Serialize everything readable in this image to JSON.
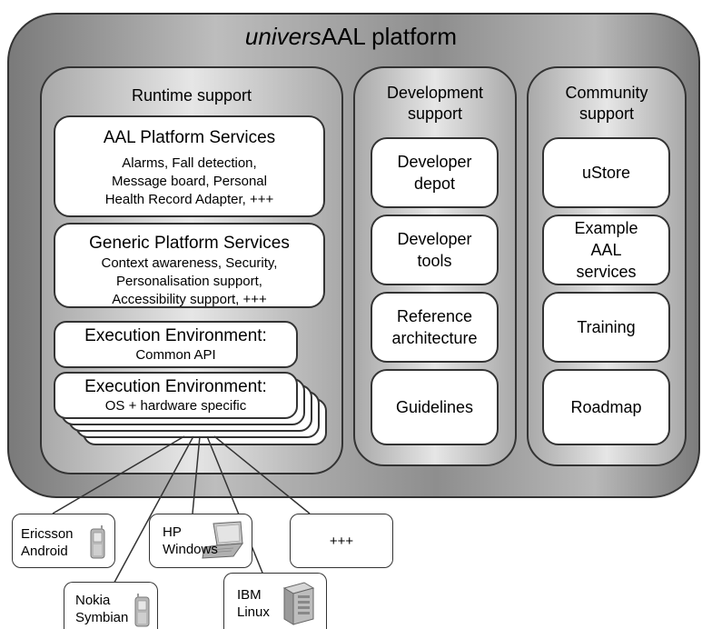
{
  "platform": {
    "title_italic": "univers",
    "title_rest": "AAL platform"
  },
  "runtime": {
    "heading": "Runtime support",
    "aal_services": {
      "title": "AAL Platform Services",
      "lines": [
        "Alarms, Fall detection,",
        "Message board, Personal",
        "Health Record Adapter, +++"
      ]
    },
    "generic_services": {
      "title": "Generic Platform Services",
      "lines": [
        "Context awareness, Security,",
        "Personalisation support,",
        "Accessibility support, +++"
      ]
    },
    "exec_common": {
      "title": "Execution Environment:",
      "subtitle": "Common API"
    },
    "exec_os": {
      "title": "Execution Environment:",
      "subtitle": "OS + hardware specific"
    }
  },
  "development": {
    "heading": [
      "Development",
      "support"
    ],
    "items": [
      [
        "Developer",
        "depot"
      ],
      [
        "Developer",
        "tools"
      ],
      [
        "Reference",
        "architecture"
      ],
      [
        "Guidelines"
      ]
    ]
  },
  "community": {
    "heading": [
      "Community",
      "support"
    ],
    "items": [
      [
        "uStore"
      ],
      [
        "Example",
        "AAL",
        "services"
      ],
      [
        "Training"
      ],
      [
        "Roadmap"
      ]
    ]
  },
  "devices": [
    {
      "lines": [
        "Ericsson",
        "Android"
      ],
      "icon": "mobile-phone-icon"
    },
    {
      "lines": [
        "HP",
        "Windows"
      ],
      "icon": "laptop-icon"
    },
    {
      "lines": [
        "+++"
      ],
      "icon": ""
    },
    {
      "lines": [
        "Nokia",
        "Symbian"
      ],
      "icon": "mobile-phone-icon"
    },
    {
      "lines": [
        "IBM",
        "Linux"
      ],
      "icon": "server-tower-icon"
    }
  ],
  "colors": {
    "outline": "#333333",
    "platform_dark": "#7a7a7a",
    "column_light": "#e6e6e6",
    "box_fill": "#ffffff"
  }
}
